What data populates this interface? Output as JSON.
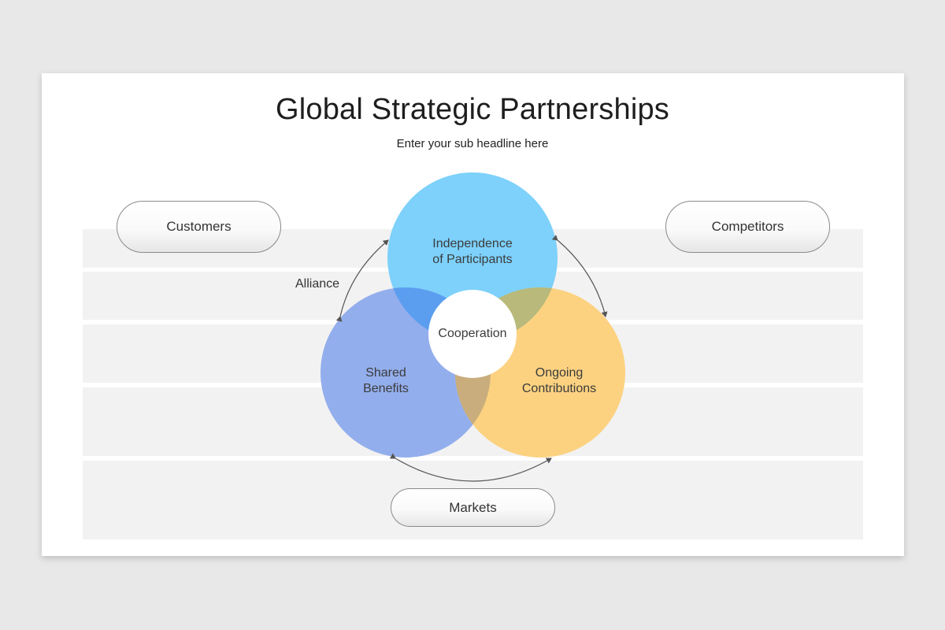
{
  "header": {
    "title": "Global Strategic Partnerships",
    "subtitle": "Enter your sub headline here"
  },
  "stakeholders": {
    "customers": "Customers",
    "competitors": "Competitors",
    "markets": "Markets"
  },
  "circles": {
    "top": {
      "line1": "Independence",
      "line2": "of Participants",
      "color": "#7dd1fb"
    },
    "left": {
      "line1": "Shared",
      "line2": "Benefits",
      "color": "#93aeec"
    },
    "right": {
      "line1": "Ongoing",
      "line2": "Contributions",
      "color": "#fcd281"
    },
    "center": {
      "label": "Cooperation"
    }
  },
  "connectors": {
    "alliance_label": "Alliance"
  },
  "colors": {
    "background": "#e9e8e9",
    "band": "#f2f2f2",
    "overlap_top_left": "#5b9ef0",
    "overlap_top_right": "#b8b97b",
    "overlap_left_right": "#c9ad7c"
  }
}
